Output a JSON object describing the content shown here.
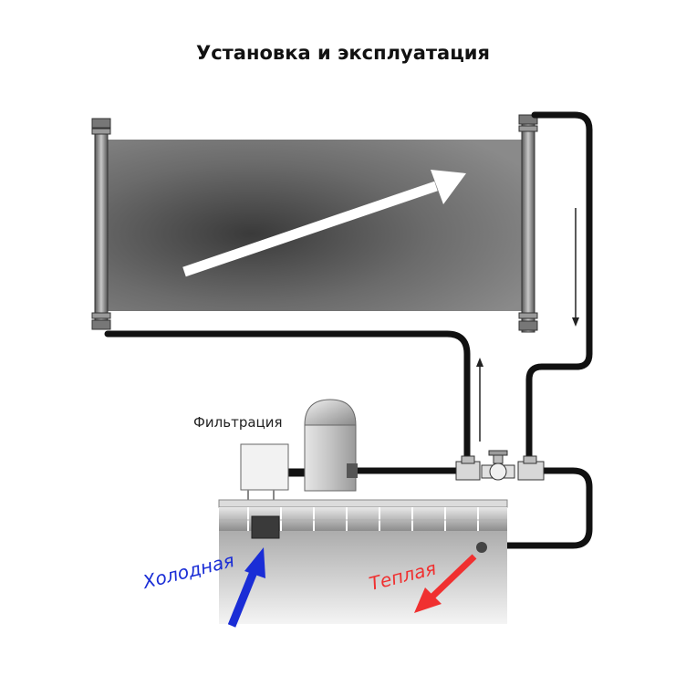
{
  "title": "Установка и эксплуатация",
  "labels": {
    "filtration": "Фильтрация",
    "cold": "Холодная",
    "warm": "Теплая"
  },
  "colors": {
    "cold_arrow": "#1a2dd6",
    "warm_arrow": "#f03030",
    "pipe": "#111111",
    "panel": "#555555"
  },
  "icons": [
    "flow-arrow-icon",
    "up-arrow-icon",
    "down-arrow-icon",
    "valve-icon"
  ]
}
